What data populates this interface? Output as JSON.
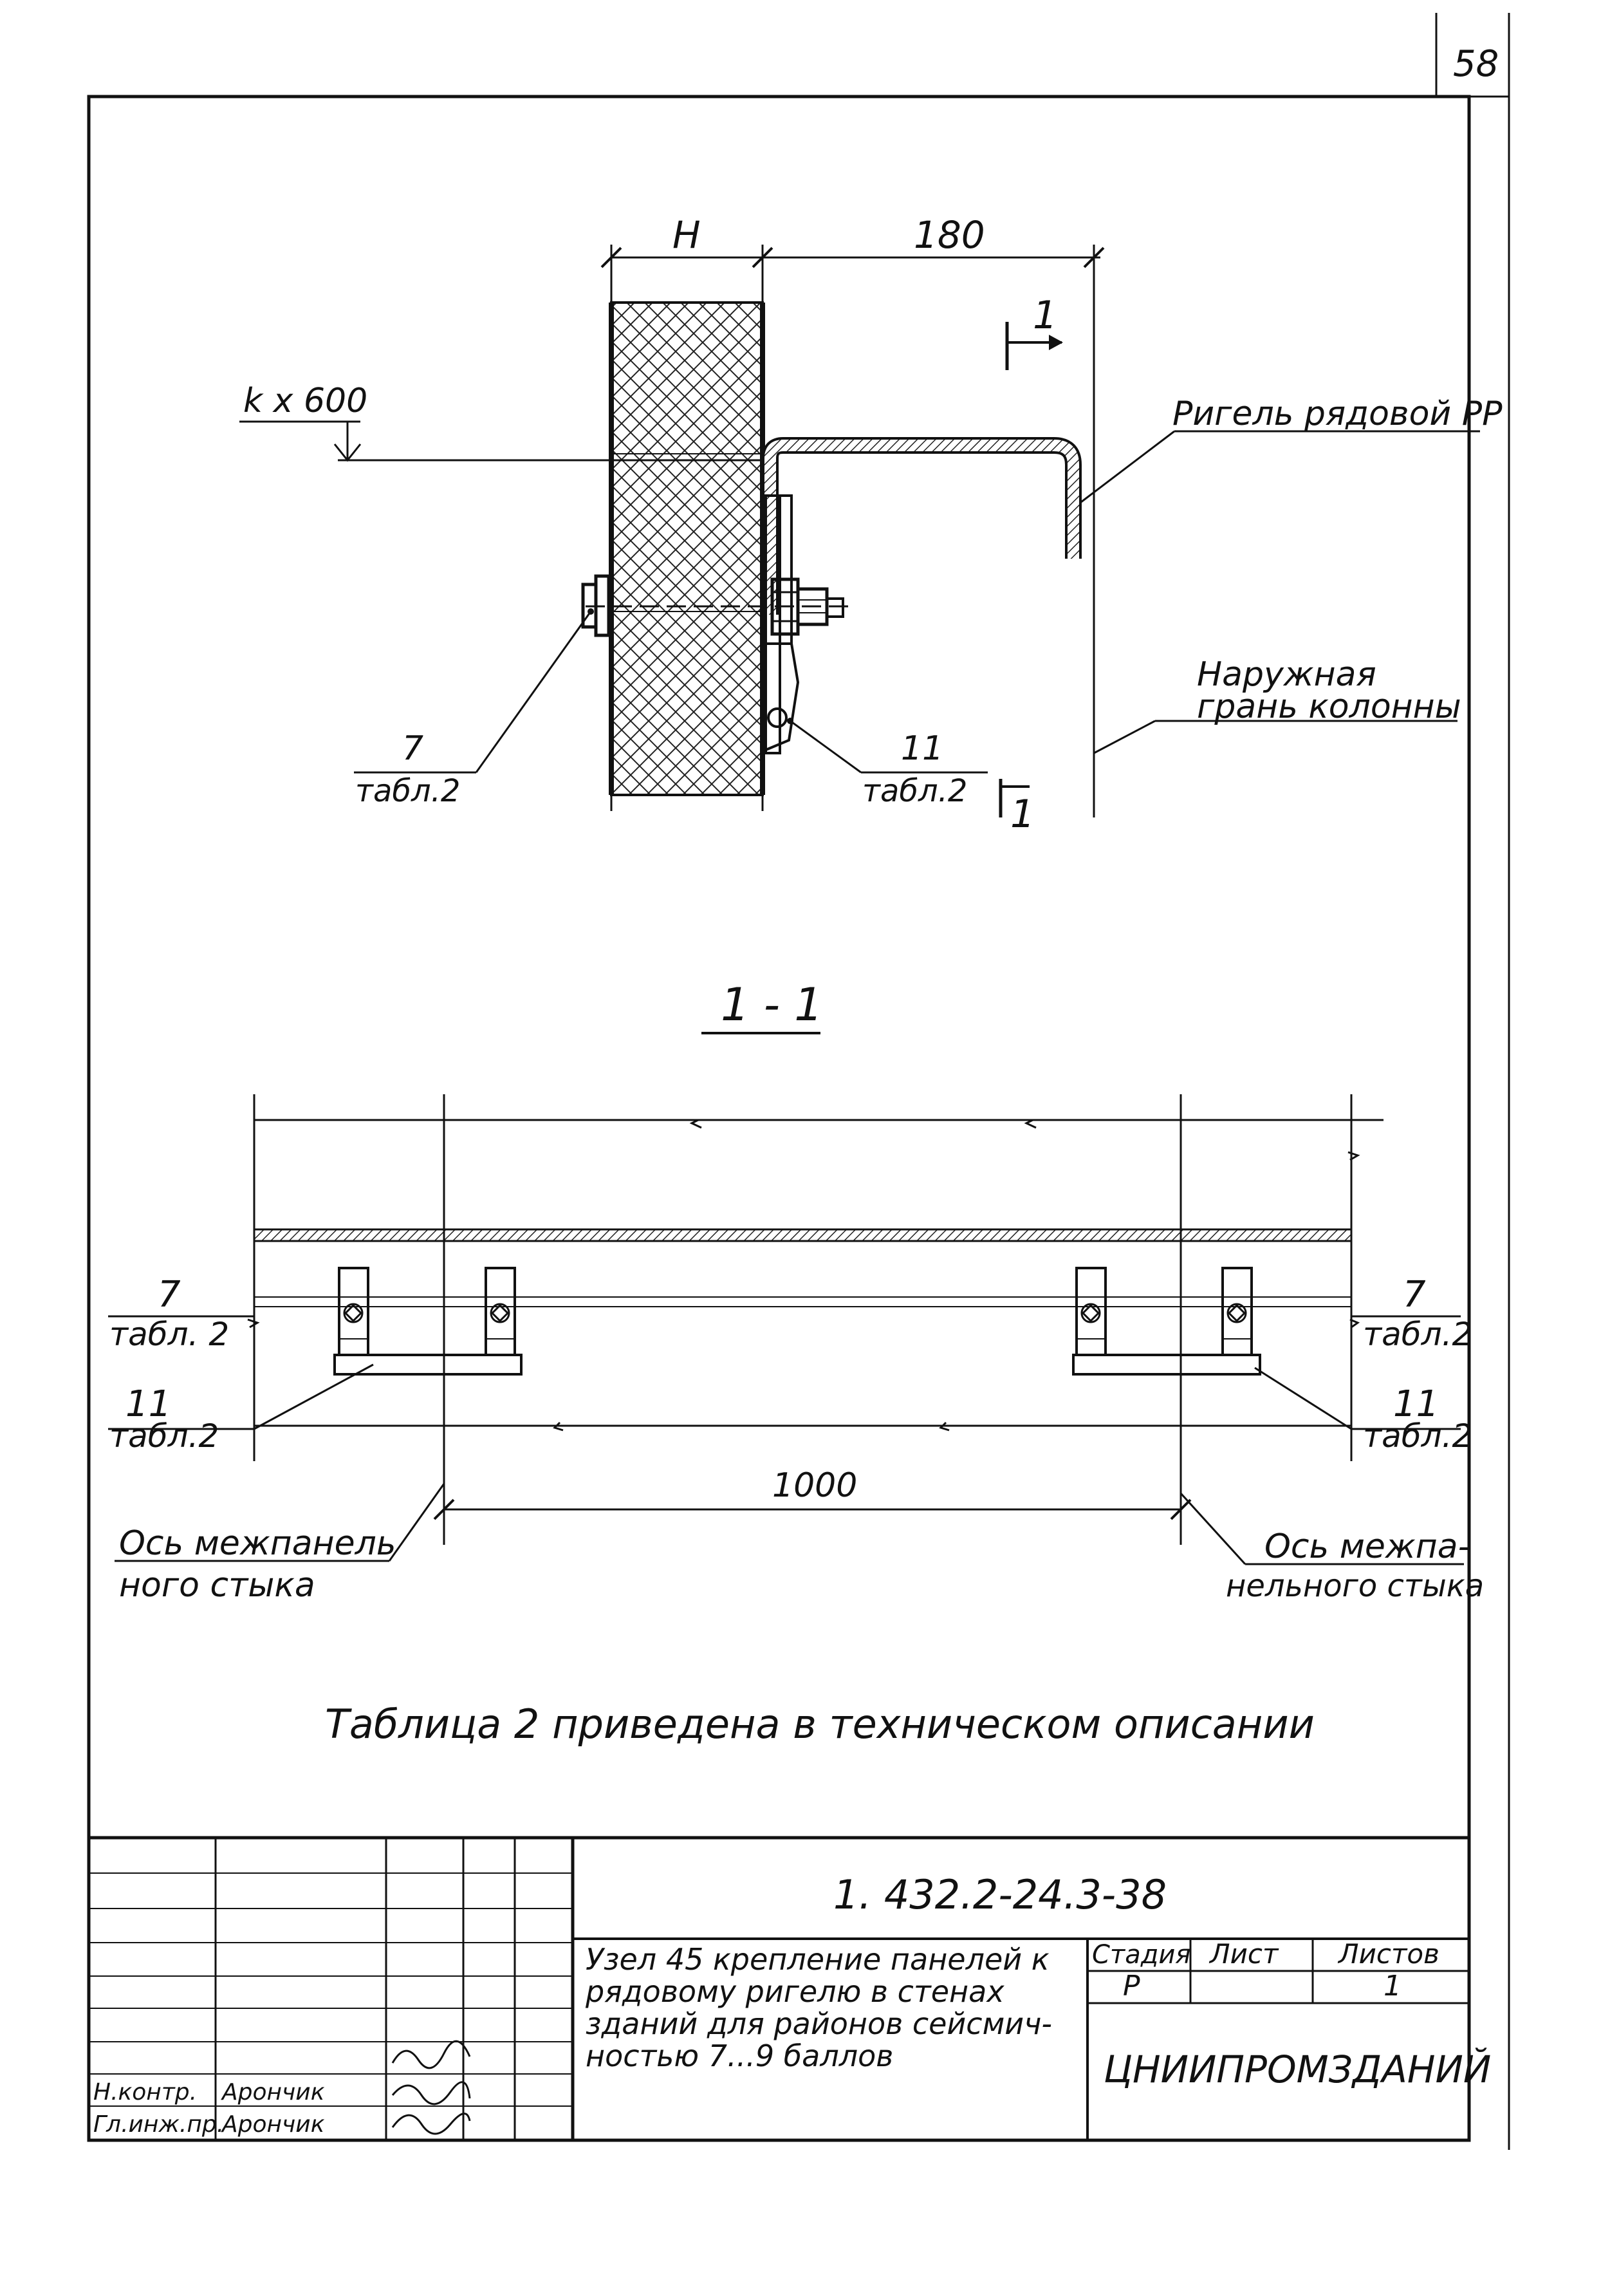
{
  "sheet": {
    "page_number": "58",
    "document_code": "1. 432.2-24.3-38",
    "title_lines": [
      "Узел 45 крепление панелей к",
      "рядовому ригелю в стенах",
      "зданий для районов сейсмич-",
      "ностью 7...9 баллов"
    ],
    "stage_header": "Стадия",
    "sheet_header": "Лист",
    "sheets_header": "Листов",
    "stage_value": "Р",
    "sheets_value": "1",
    "organization": "ЦНИИПРОМЗДАНИЙ",
    "signatures": [
      {
        "role": "Н.контр.",
        "name": "Арончик"
      },
      {
        "role": "Гл.инж.пр.",
        "name": "Арончик"
      }
    ]
  },
  "upper_view": {
    "dim_h": "H",
    "dim_180": "180",
    "level_mark": "k x 600",
    "section_mark": "1",
    "beam_label": "Ригель рядовой РР",
    "column_face_label_line1": "Наружная",
    "column_face_label_line2": "грань колонны",
    "callout_left_num": "7",
    "callout_left_ref": "табл.2",
    "callout_right_num": "11",
    "callout_right_ref": "табл.2"
  },
  "section_view": {
    "title": "1 - 1",
    "left_top_num": "7",
    "left_top_ref": "табл. 2",
    "left_bot_num": "11",
    "left_bot_ref": "табл.2",
    "right_top_num": "7",
    "right_top_ref": "табл.2",
    "right_bot_num": "11",
    "right_bot_ref": "табл.2",
    "dim_1000": "1000",
    "axis_left_line1": "Ось межпанель",
    "axis_left_line2": "ного стыка",
    "axis_right_line1": "Ось межпа-",
    "axis_right_line2": "нельного стыка"
  },
  "note": "Таблица 2 приведена в техническом описании"
}
